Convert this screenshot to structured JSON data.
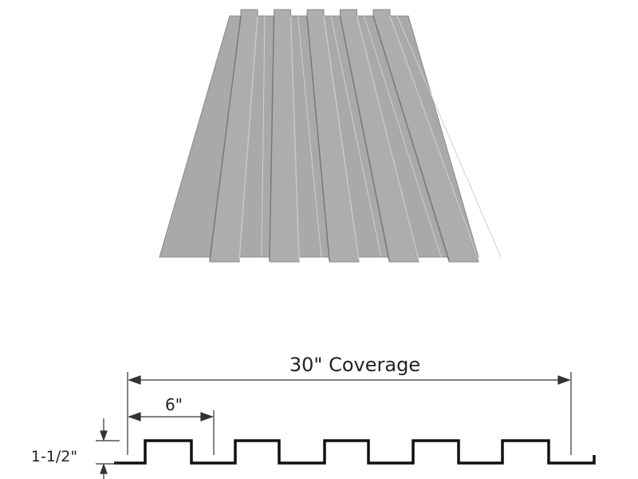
{
  "diagram": {
    "coverage_label": "30\" Coverage",
    "rib_spacing_label": "6\"",
    "rib_height_label": "1-1/2\"",
    "rib_count": 5,
    "colors": {
      "panel": "#a9a9a9",
      "panel_edge": "#8a8a8a",
      "line": "#111111",
      "dim": "#333333"
    }
  }
}
